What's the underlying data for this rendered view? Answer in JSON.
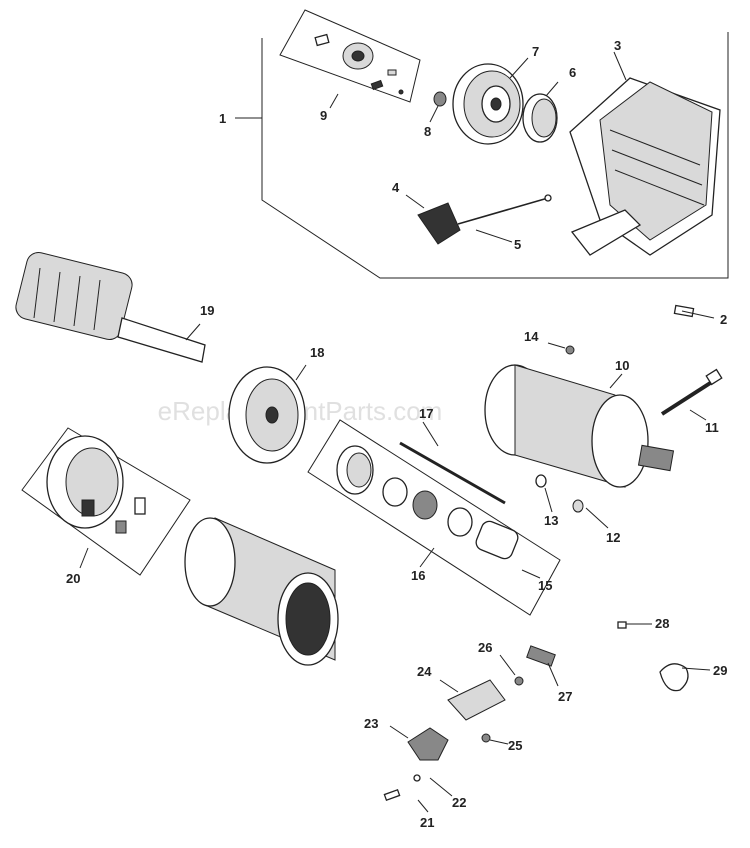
{
  "watermark": "eReplacementParts.com",
  "callouts": [
    "1",
    "2",
    "3",
    "4",
    "5",
    "6",
    "7",
    "8",
    "9",
    "10",
    "11",
    "12",
    "13",
    "14",
    "15",
    "16",
    "17",
    "18",
    "19",
    "20",
    "21",
    "22",
    "23",
    "24",
    "25",
    "26",
    "27",
    "28",
    "29"
  ]
}
